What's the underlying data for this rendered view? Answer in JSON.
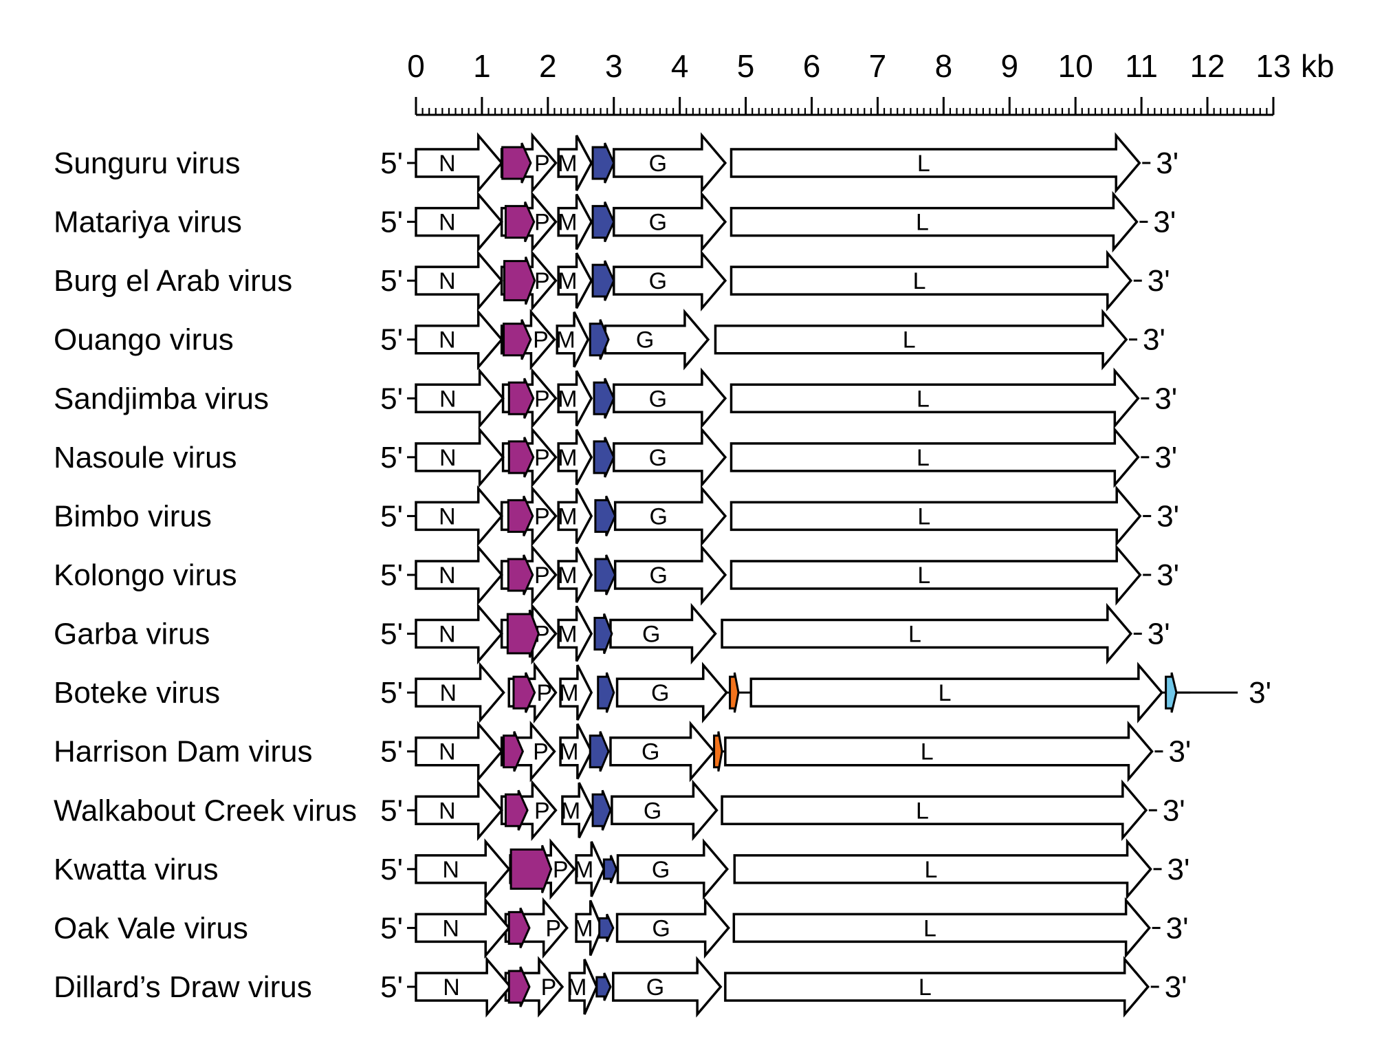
{
  "figure": {
    "scale_bar": {
      "unit_label": "kb",
      "min_kb": 0,
      "max_kb": 13,
      "tick_labels": [
        "0",
        "1",
        "2",
        "3",
        "4",
        "5",
        "6",
        "7",
        "8",
        "9",
        "10",
        "11",
        "12",
        "13"
      ],
      "minor_ticks_per_kb": 10
    },
    "five_prime_label": "5'",
    "three_prime_label": "3'",
    "colors": {
      "gene_fill": "#FFFFFF",
      "outline": "#000000",
      "magenta": "#9E2A85",
      "blue": "#3B4A9D",
      "orange": "#F3731C",
      "lightblue": "#70C7E9"
    },
    "viruses": [
      {
        "name": "Sunguru virus",
        "genes": [
          {
            "kind": "gene",
            "id": "N",
            "label": "N",
            "start_kb": 0,
            "end_kb": 1.3
          },
          {
            "kind": "gene",
            "id": "P",
            "label": "P",
            "start_kb": 1.3,
            "end_kb": 2.12
          },
          {
            "kind": "accessory",
            "color": "magenta",
            "size": "normal",
            "start_kb": 1.31,
            "end_kb": 1.74
          },
          {
            "kind": "gene",
            "id": "M",
            "label": "M",
            "start_kb": 2.16,
            "end_kb": 2.66
          },
          {
            "kind": "accessory",
            "color": "blue",
            "size": "normal",
            "start_kb": 2.68,
            "end_kb": 3.0
          },
          {
            "kind": "gene",
            "id": "G",
            "label": "G",
            "start_kb": 3.0,
            "end_kb": 4.69
          },
          {
            "kind": "gene",
            "id": "L",
            "label": "L",
            "start_kb": 4.78,
            "end_kb": 10.97
          }
        ]
      },
      {
        "name": "Matariya virus",
        "genes": [
          {
            "kind": "gene",
            "id": "N",
            "label": "N",
            "start_kb": 0,
            "end_kb": 1.3
          },
          {
            "kind": "gene",
            "id": "P",
            "label": "P",
            "start_kb": 1.3,
            "end_kb": 2.12
          },
          {
            "kind": "accessory",
            "color": "magenta",
            "size": "normal",
            "start_kb": 1.36,
            "end_kb": 1.79
          },
          {
            "kind": "gene",
            "id": "M",
            "label": "M",
            "start_kb": 2.16,
            "end_kb": 2.66
          },
          {
            "kind": "accessory",
            "color": "blue",
            "size": "normal",
            "start_kb": 2.68,
            "end_kb": 3.0
          },
          {
            "kind": "gene",
            "id": "G",
            "label": "G",
            "start_kb": 3.0,
            "end_kb": 4.69
          },
          {
            "kind": "gene",
            "id": "L",
            "label": "L",
            "start_kb": 4.78,
            "end_kb": 10.93
          }
        ]
      },
      {
        "name": "Burg el Arab virus",
        "genes": [
          {
            "kind": "gene",
            "id": "N",
            "label": "N",
            "start_kb": 0,
            "end_kb": 1.3
          },
          {
            "kind": "gene",
            "id": "P",
            "label": "P",
            "start_kb": 1.3,
            "end_kb": 2.12
          },
          {
            "kind": "accessory",
            "color": "magenta",
            "size": "large",
            "start_kb": 1.34,
            "end_kb": 1.8
          },
          {
            "kind": "gene",
            "id": "M",
            "label": "M",
            "start_kb": 2.16,
            "end_kb": 2.66
          },
          {
            "kind": "accessory",
            "color": "blue",
            "size": "normal",
            "start_kb": 2.68,
            "end_kb": 3.0
          },
          {
            "kind": "gene",
            "id": "G",
            "label": "G",
            "start_kb": 3.0,
            "end_kb": 4.69
          },
          {
            "kind": "gene",
            "id": "L",
            "label": "L",
            "start_kb": 4.78,
            "end_kb": 10.84
          }
        ]
      },
      {
        "name": "Ouango virus",
        "genes": [
          {
            "kind": "gene",
            "id": "N",
            "label": "N",
            "start_kb": 0,
            "end_kb": 1.3
          },
          {
            "kind": "gene",
            "id": "P",
            "label": "P",
            "start_kb": 1.3,
            "end_kb": 2.1
          },
          {
            "kind": "accessory",
            "color": "magenta",
            "size": "normal",
            "start_kb": 1.33,
            "end_kb": 1.74
          },
          {
            "kind": "gene",
            "id": "M",
            "label": "M",
            "start_kb": 2.14,
            "end_kb": 2.61
          },
          {
            "kind": "accessory",
            "color": "blue",
            "size": "normal",
            "start_kb": 2.64,
            "end_kb": 2.92
          },
          {
            "kind": "gene",
            "id": "G",
            "label": "G",
            "start_kb": 2.87,
            "end_kb": 4.43
          },
          {
            "kind": "gene",
            "id": "L",
            "label": "L",
            "start_kb": 4.54,
            "end_kb": 10.77
          }
        ]
      },
      {
        "name": "Sandjimba virus",
        "genes": [
          {
            "kind": "gene",
            "id": "N",
            "label": "N",
            "start_kb": 0,
            "end_kb": 1.32
          },
          {
            "kind": "gene",
            "id": "P",
            "label": "P",
            "start_kb": 1.32,
            "end_kb": 2.12
          },
          {
            "kind": "accessory",
            "color": "magenta",
            "size": "normal",
            "start_kb": 1.41,
            "end_kb": 1.78
          },
          {
            "kind": "gene",
            "id": "M",
            "label": "M",
            "start_kb": 2.16,
            "end_kb": 2.66
          },
          {
            "kind": "accessory",
            "color": "blue",
            "size": "normal",
            "start_kb": 2.7,
            "end_kb": 3.0
          },
          {
            "kind": "gene",
            "id": "G",
            "label": "G",
            "start_kb": 3.0,
            "end_kb": 4.69
          },
          {
            "kind": "gene",
            "id": "L",
            "label": "L",
            "start_kb": 4.78,
            "end_kb": 10.95
          }
        ]
      },
      {
        "name": "Nasoule virus",
        "genes": [
          {
            "kind": "gene",
            "id": "N",
            "label": "N",
            "start_kb": 0,
            "end_kb": 1.32
          },
          {
            "kind": "gene",
            "id": "P",
            "label": "P",
            "start_kb": 1.32,
            "end_kb": 2.12
          },
          {
            "kind": "accessory",
            "color": "magenta",
            "size": "normal",
            "start_kb": 1.41,
            "end_kb": 1.78
          },
          {
            "kind": "gene",
            "id": "M",
            "label": "M",
            "start_kb": 2.16,
            "end_kb": 2.66
          },
          {
            "kind": "accessory",
            "color": "blue",
            "size": "normal",
            "start_kb": 2.7,
            "end_kb": 3.0
          },
          {
            "kind": "gene",
            "id": "G",
            "label": "G",
            "start_kb": 3.0,
            "end_kb": 4.69
          },
          {
            "kind": "gene",
            "id": "L",
            "label": "L",
            "start_kb": 4.78,
            "end_kb": 10.95
          }
        ]
      },
      {
        "name": "Bimbo virus",
        "genes": [
          {
            "kind": "gene",
            "id": "N",
            "label": "N",
            "start_kb": 0,
            "end_kb": 1.3
          },
          {
            "kind": "gene",
            "id": "P",
            "label": "P",
            "start_kb": 1.3,
            "end_kb": 2.12
          },
          {
            "kind": "accessory",
            "color": "magenta",
            "size": "normal",
            "start_kb": 1.4,
            "end_kb": 1.77
          },
          {
            "kind": "gene",
            "id": "M",
            "label": "M",
            "start_kb": 2.16,
            "end_kb": 2.66
          },
          {
            "kind": "accessory",
            "color": "blue",
            "size": "normal",
            "start_kb": 2.72,
            "end_kb": 3.02
          },
          {
            "kind": "gene",
            "id": "G",
            "label": "G",
            "start_kb": 3.02,
            "end_kb": 4.69
          },
          {
            "kind": "gene",
            "id": "L",
            "label": "L",
            "start_kb": 4.78,
            "end_kb": 10.98
          }
        ]
      },
      {
        "name": "Kolongo virus",
        "genes": [
          {
            "kind": "gene",
            "id": "N",
            "label": "N",
            "start_kb": 0,
            "end_kb": 1.3
          },
          {
            "kind": "gene",
            "id": "P",
            "label": "P",
            "start_kb": 1.3,
            "end_kb": 2.12
          },
          {
            "kind": "accessory",
            "color": "magenta",
            "size": "normal",
            "start_kb": 1.4,
            "end_kb": 1.77
          },
          {
            "kind": "gene",
            "id": "M",
            "label": "M",
            "start_kb": 2.16,
            "end_kb": 2.66
          },
          {
            "kind": "accessory",
            "color": "blue",
            "size": "normal",
            "start_kb": 2.72,
            "end_kb": 3.02
          },
          {
            "kind": "gene",
            "id": "G",
            "label": "G",
            "start_kb": 3.02,
            "end_kb": 4.69
          },
          {
            "kind": "gene",
            "id": "L",
            "label": "L",
            "start_kb": 4.78,
            "end_kb": 10.98
          }
        ]
      },
      {
        "name": "Garba virus",
        "genes": [
          {
            "kind": "gene",
            "id": "N",
            "label": "N",
            "start_kb": 0,
            "end_kb": 1.3
          },
          {
            "kind": "gene",
            "id": "P",
            "label": "P",
            "start_kb": 1.3,
            "end_kb": 2.12
          },
          {
            "kind": "accessory",
            "color": "magenta",
            "size": "large",
            "start_kb": 1.39,
            "end_kb": 1.86
          },
          {
            "kind": "gene",
            "id": "M",
            "label": "M",
            "start_kb": 2.16,
            "end_kb": 2.66
          },
          {
            "kind": "accessory",
            "color": "blue",
            "size": "normal",
            "start_kb": 2.71,
            "end_kb": 2.97
          },
          {
            "kind": "gene",
            "id": "G",
            "label": "G",
            "start_kb": 2.95,
            "end_kb": 4.54
          },
          {
            "kind": "gene",
            "id": "L",
            "label": "L",
            "start_kb": 4.64,
            "end_kb": 10.84
          }
        ]
      },
      {
        "name": "Boteke virus",
        "tail_line_end_kb": 12.46,
        "genes": [
          {
            "kind": "gene",
            "id": "N",
            "label": "N",
            "start_kb": 0,
            "end_kb": 1.33
          },
          {
            "kind": "gene",
            "id": "P",
            "label": "P",
            "start_kb": 1.41,
            "end_kb": 2.12
          },
          {
            "kind": "accessory",
            "color": "magenta",
            "size": "normal",
            "start_kb": 1.48,
            "end_kb": 1.8
          },
          {
            "kind": "gene",
            "id": "M",
            "label": "M",
            "start_kb": 2.19,
            "end_kb": 2.66
          },
          {
            "kind": "accessory",
            "color": "blue",
            "size": "normal",
            "start_kb": 2.76,
            "end_kb": 3.0
          },
          {
            "kind": "gene",
            "id": "G",
            "label": "G",
            "start_kb": 3.05,
            "end_kb": 4.71
          },
          {
            "kind": "accessory",
            "color": "orange",
            "size": "normal",
            "start_kb": 4.76,
            "end_kb": 4.89
          },
          {
            "kind": "gene",
            "id": "L",
            "label": "L",
            "start_kb": 5.08,
            "end_kb": 11.31
          },
          {
            "kind": "accessory",
            "color": "lightblue",
            "size": "normal",
            "start_kb": 11.37,
            "end_kb": 11.53
          }
        ]
      },
      {
        "name": "Harrison Dam virus",
        "genes": [
          {
            "kind": "gene",
            "id": "N",
            "label": "N",
            "start_kb": 0,
            "end_kb": 1.3
          },
          {
            "kind": "gene",
            "id": "P",
            "label": "P",
            "start_kb": 1.3,
            "end_kb": 2.1
          },
          {
            "kind": "accessory",
            "color": "magenta",
            "size": "normal",
            "start_kb": 1.33,
            "end_kb": 1.62
          },
          {
            "kind": "gene",
            "id": "M",
            "label": "M",
            "start_kb": 2.19,
            "end_kb": 2.66
          },
          {
            "kind": "accessory",
            "color": "blue",
            "size": "normal",
            "start_kb": 2.64,
            "end_kb": 2.92
          },
          {
            "kind": "gene",
            "id": "G",
            "label": "G",
            "start_kb": 2.95,
            "end_kb": 4.52
          },
          {
            "kind": "accessory",
            "color": "orange",
            "size": "normal",
            "start_kb": 4.52,
            "end_kb": 4.64
          },
          {
            "kind": "gene",
            "id": "L",
            "label": "L",
            "start_kb": 4.69,
            "end_kb": 11.16
          }
        ]
      },
      {
        "name": "Walkabout Creek virus",
        "genes": [
          {
            "kind": "gene",
            "id": "N",
            "label": "N",
            "start_kb": 0,
            "end_kb": 1.3
          },
          {
            "kind": "gene",
            "id": "P",
            "label": "P",
            "start_kb": 1.3,
            "end_kb": 2.12
          },
          {
            "kind": "accessory",
            "color": "magenta",
            "size": "normal",
            "start_kb": 1.36,
            "end_kb": 1.69
          },
          {
            "kind": "gene",
            "id": "M",
            "label": "M",
            "start_kb": 2.22,
            "end_kb": 2.68
          },
          {
            "kind": "accessory",
            "color": "blue",
            "size": "normal",
            "start_kb": 2.68,
            "end_kb": 2.95
          },
          {
            "kind": "gene",
            "id": "G",
            "label": "G",
            "start_kb": 2.97,
            "end_kb": 4.56
          },
          {
            "kind": "gene",
            "id": "L",
            "label": "L",
            "start_kb": 4.64,
            "end_kb": 11.07
          }
        ]
      },
      {
        "name": "Kwatta virus",
        "genes": [
          {
            "kind": "gene",
            "id": "N",
            "label": "N",
            "start_kb": 0,
            "end_kb": 1.41
          },
          {
            "kind": "gene",
            "id": "P",
            "label": "P",
            "start_kb": 1.43,
            "end_kb": 2.4
          },
          {
            "kind": "accessory",
            "color": "magenta",
            "size": "large",
            "start_kb": 1.44,
            "end_kb": 2.05
          },
          {
            "kind": "gene",
            "id": "M",
            "label": "M",
            "start_kb": 2.43,
            "end_kb": 2.85
          },
          {
            "kind": "accessory",
            "color": "blue",
            "size": "small",
            "start_kb": 2.85,
            "end_kb": 3.04
          },
          {
            "kind": "gene",
            "id": "G",
            "label": "G",
            "start_kb": 3.06,
            "end_kb": 4.72
          },
          {
            "kind": "gene",
            "id": "L",
            "label": "L",
            "start_kb": 4.83,
            "end_kb": 11.14
          }
        ]
      },
      {
        "name": "Oak Vale virus",
        "genes": [
          {
            "kind": "gene",
            "id": "N",
            "label": "N",
            "start_kb": 0,
            "end_kb": 1.41
          },
          {
            "kind": "gene",
            "id": "P",
            "label": "P",
            "start_kb": 1.36,
            "end_kb": 2.29
          },
          {
            "kind": "accessory",
            "color": "magenta",
            "size": "normal",
            "start_kb": 1.41,
            "end_kb": 1.72
          },
          {
            "kind": "gene",
            "id": "M",
            "label": "M",
            "start_kb": 2.43,
            "end_kb": 2.82
          },
          {
            "kind": "accessory",
            "color": "blue",
            "size": "small",
            "start_kb": 2.78,
            "end_kb": 2.99
          },
          {
            "kind": "gene",
            "id": "G",
            "label": "G",
            "start_kb": 3.05,
            "end_kb": 4.74
          },
          {
            "kind": "gene",
            "id": "L",
            "label": "L",
            "start_kb": 4.82,
            "end_kb": 11.12
          }
        ]
      },
      {
        "name": "Dillard’s Draw virus",
        "genes": [
          {
            "kind": "gene",
            "id": "N",
            "label": "N",
            "start_kb": 0,
            "end_kb": 1.43
          },
          {
            "kind": "gene",
            "id": "P",
            "label": "P",
            "start_kb": 1.36,
            "end_kb": 2.22
          },
          {
            "kind": "accessory",
            "color": "magenta",
            "size": "normal",
            "start_kb": 1.41,
            "end_kb": 1.72
          },
          {
            "kind": "gene",
            "id": "M",
            "label": "M",
            "start_kb": 2.33,
            "end_kb": 2.74
          },
          {
            "kind": "accessory",
            "color": "blue",
            "size": "small",
            "start_kb": 2.74,
            "end_kb": 2.95
          },
          {
            "kind": "gene",
            "id": "G",
            "label": "G",
            "start_kb": 2.99,
            "end_kb": 4.62
          },
          {
            "kind": "gene",
            "id": "L",
            "label": "L",
            "start_kb": 4.69,
            "end_kb": 11.1
          }
        ]
      }
    ]
  }
}
